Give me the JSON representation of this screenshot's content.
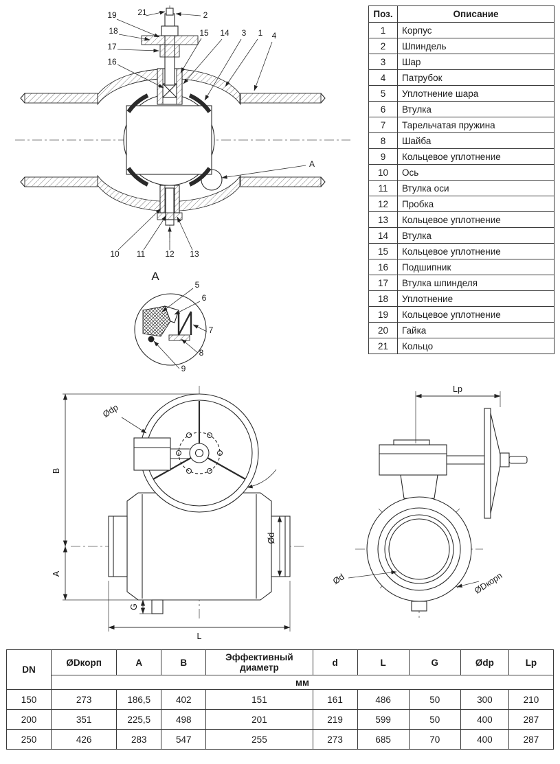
{
  "section_view": {
    "callouts": {
      "c1": "1",
      "c2": "2",
      "c3": "3",
      "c4": "4",
      "c10": "10",
      "c11": "11",
      "c12": "12",
      "c13": "13",
      "c14": "14",
      "c15": "15",
      "c16": "16",
      "c17": "17",
      "c18": "18",
      "c19": "19",
      "c21": "21",
      "cA": "A"
    }
  },
  "detail_view": {
    "title": "A",
    "callouts": {
      "c5": "5",
      "c6": "6",
      "c7": "7",
      "c8": "8",
      "c9": "9"
    }
  },
  "front_view": {
    "labels": {
      "odp": "Ødp",
      "b": "B",
      "a": "A",
      "g": "G",
      "l": "L",
      "od": "Ød"
    }
  },
  "side_view": {
    "labels": {
      "lp": "Lp",
      "od": "Ød",
      "odkorp": "ØDкорп"
    }
  },
  "parts_table": {
    "headers": {
      "pos": "Поз.",
      "desc": "Описание"
    },
    "rows": [
      {
        "pos": "1",
        "desc": "Корпус"
      },
      {
        "pos": "2",
        "desc": "Шпиндель"
      },
      {
        "pos": "3",
        "desc": "Шар"
      },
      {
        "pos": "4",
        "desc": "Патрубок"
      },
      {
        "pos": "5",
        "desc": "Уплотнение шара"
      },
      {
        "pos": "6",
        "desc": "Втулка"
      },
      {
        "pos": "7",
        "desc": "Тарельчатая пружина"
      },
      {
        "pos": "8",
        "desc": "Шайба"
      },
      {
        "pos": "9",
        "desc": "Кольцевое уплотнение"
      },
      {
        "pos": "10",
        "desc": "Ось"
      },
      {
        "pos": "11",
        "desc": "Втулка оси"
      },
      {
        "pos": "12",
        "desc": "Пробка"
      },
      {
        "pos": "13",
        "desc": "Кольцевое уплотнение"
      },
      {
        "pos": "14",
        "desc": "Втулка"
      },
      {
        "pos": "15",
        "desc": "Кольцевое уплотнение"
      },
      {
        "pos": "16",
        "desc": "Подшипник"
      },
      {
        "pos": "17",
        "desc": "Втулка шпинделя"
      },
      {
        "pos": "18",
        "desc": "Уплотнение"
      },
      {
        "pos": "19",
        "desc": "Кольцевое уплотнение"
      },
      {
        "pos": "20",
        "desc": "Гайка"
      },
      {
        "pos": "21",
        "desc": "Кольцо"
      }
    ]
  },
  "dimensions_table": {
    "headers": [
      "DN",
      "ØDкорп",
      "A",
      "B",
      "Эффективный диаметр",
      "d",
      "L",
      "G",
      "Ødp",
      "Lp"
    ],
    "unit_row": "мм",
    "rows": [
      [
        "150",
        "273",
        "186,5",
        "402",
        "151",
        "161",
        "486",
        "50",
        "300",
        "210"
      ],
      [
        "200",
        "351",
        "225,5",
        "498",
        "201",
        "219",
        "599",
        "50",
        "400",
        "287"
      ],
      [
        "250",
        "426",
        "283",
        "547",
        "255",
        "273",
        "685",
        "70",
        "400",
        "287"
      ]
    ]
  }
}
